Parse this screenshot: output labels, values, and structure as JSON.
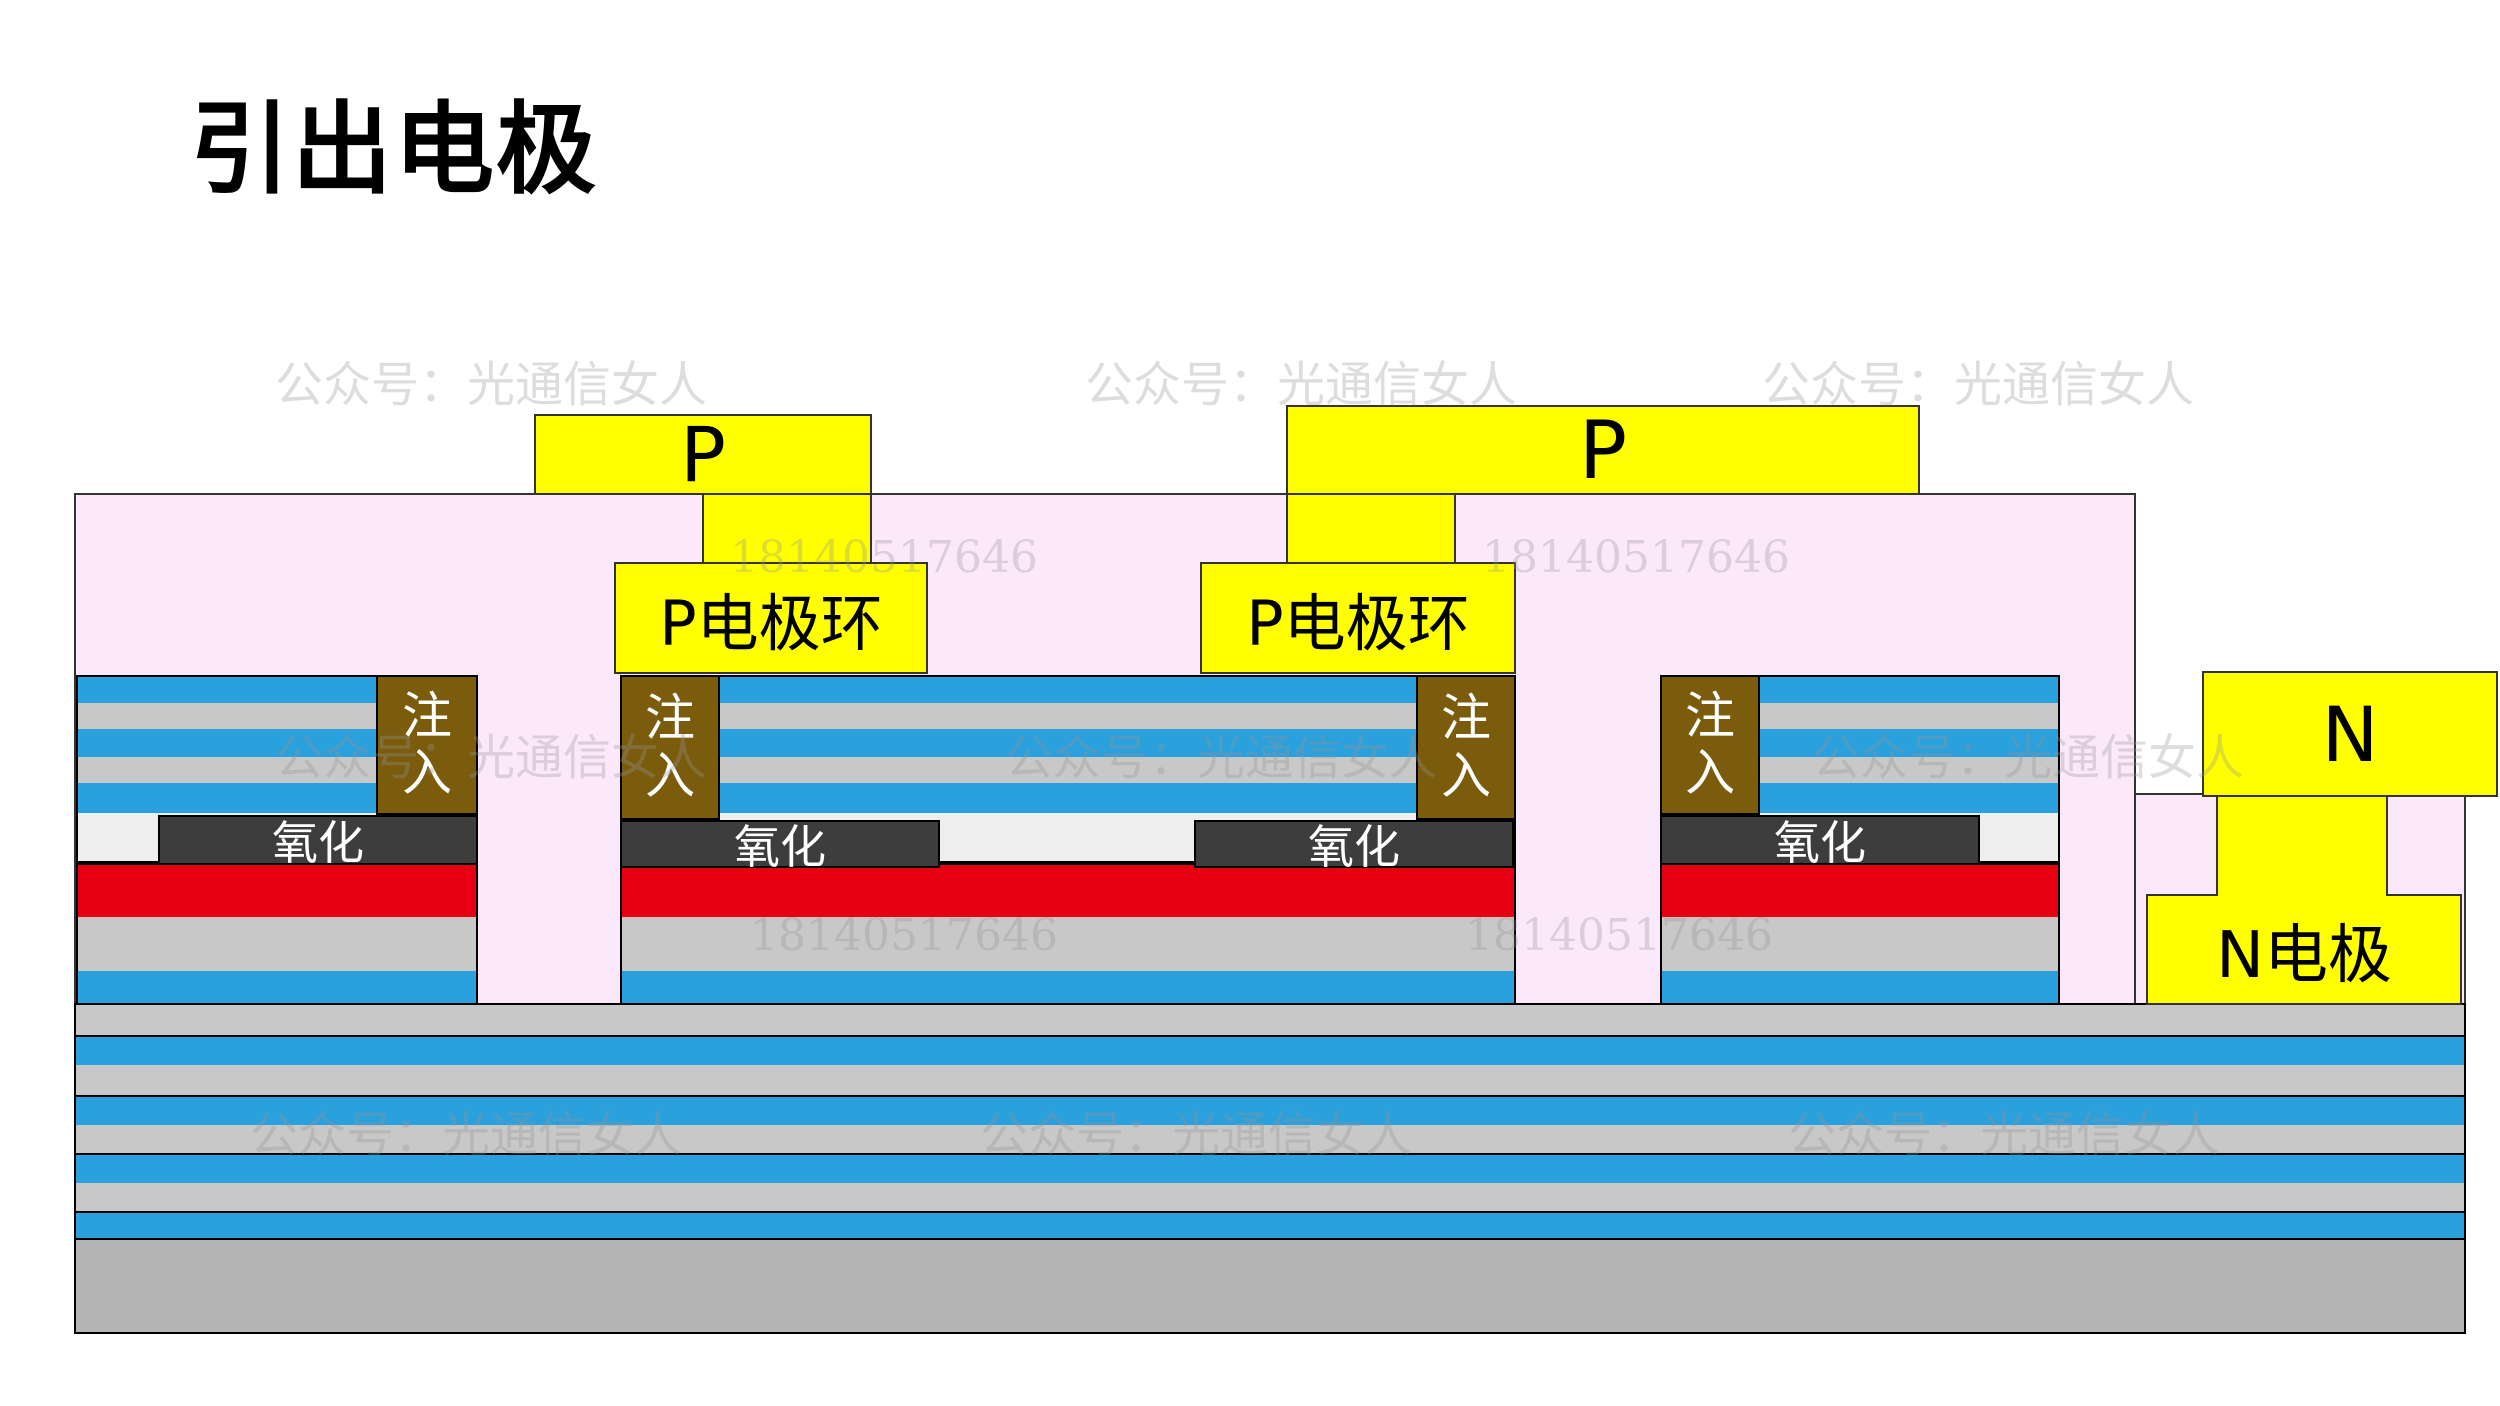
{
  "slide": {
    "title": "引出电极"
  },
  "diagram": {
    "p_pad_label": "P",
    "n_pad_label": "N",
    "p_ring_label": "P电极环",
    "n_electrode_label": "N电极",
    "inject_line1": "注",
    "inject_line2": "入",
    "oxide_label": "氧化"
  },
  "watermarks": {
    "account": "公众号：光通信女人",
    "phone": "18140517646"
  },
  "colors": {
    "dbr_blue": "#2aa0dc",
    "dbr_gray": "#c8c8c8",
    "active_red": "#e60012",
    "metal_yellow": "#ffff00",
    "passivation_pink": "#fce8fb",
    "implant_brown": "#7a5c0c",
    "oxide_dark": "#3d3d3d",
    "substrate_gray": "#b4b4b4"
  }
}
